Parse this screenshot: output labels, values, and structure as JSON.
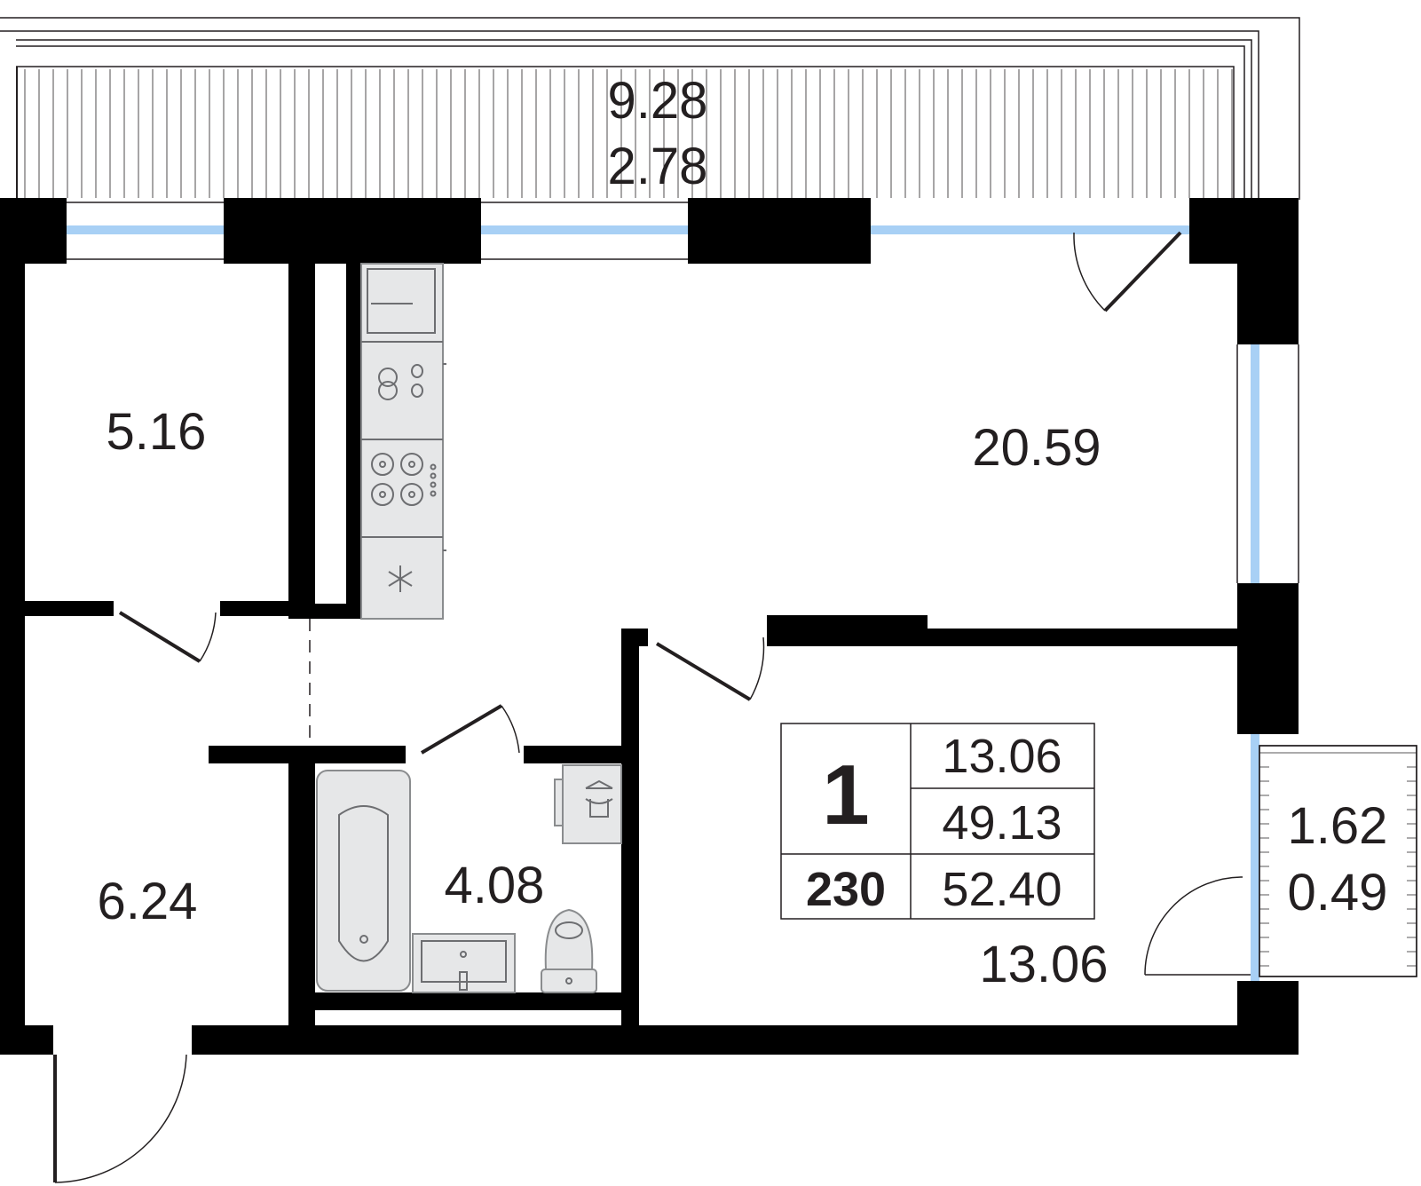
{
  "plan": {
    "apartment_number": "230",
    "rooms_count": "1",
    "summary": {
      "living_area": "13.06",
      "area_without_balcony": "49.13",
      "total_area": "52.40"
    },
    "rooms": {
      "loggia_top_area": "9.28",
      "loggia_top_reduced": "2.78",
      "storage": "5.16",
      "kitchen_living": "20.59",
      "hall": "6.24",
      "bathroom": "4.08",
      "bedroom": "13.06",
      "balcony_side_area": "1.62",
      "balcony_side_reduced": "0.49"
    },
    "colors": {
      "wall": "#000000",
      "window_glass": "#a8d0f5",
      "fixture_fill": "#e6e7e8",
      "text": "#231f20"
    }
  }
}
